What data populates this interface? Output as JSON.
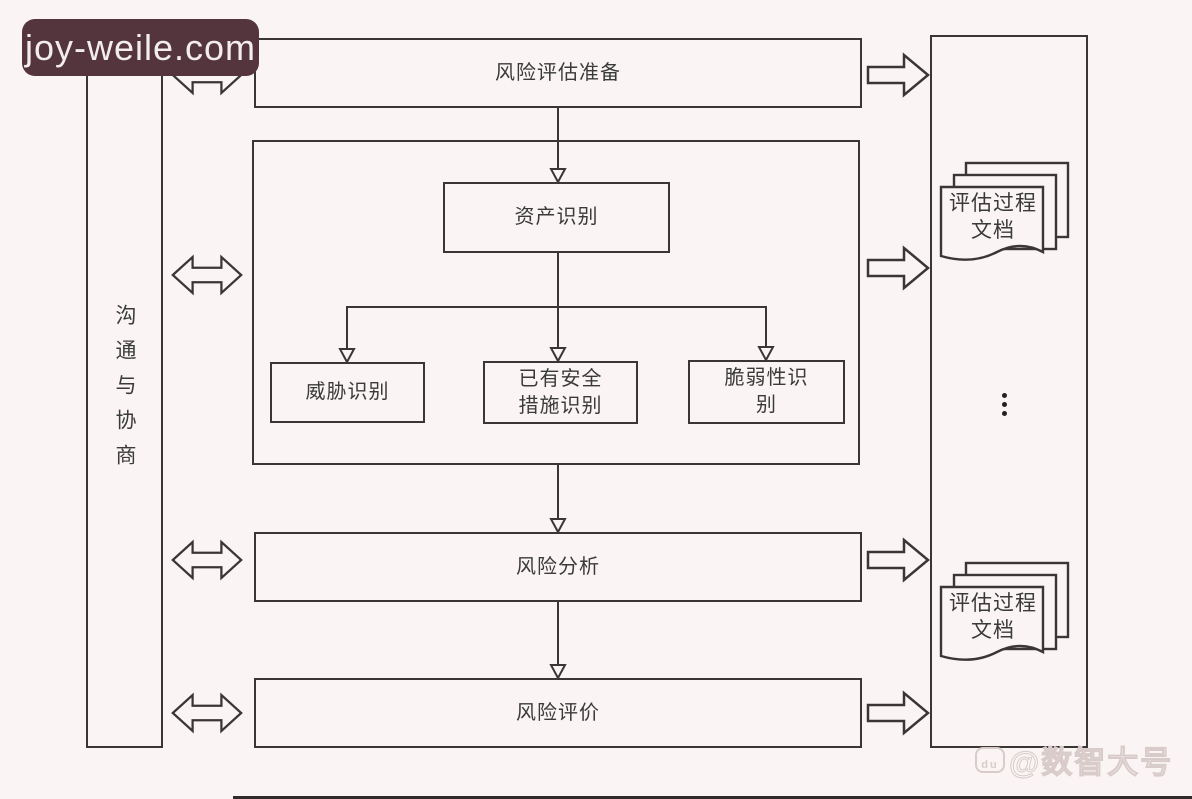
{
  "colors": {
    "bg": "#faf5f4",
    "line": "#3a3636",
    "text": "#3a3a3a",
    "watermark_bg": "#54353e",
    "watermark_text": "#f3eded",
    "faint_watermark": "#d8cbca"
  },
  "watermark_top": {
    "label": "joy-weile.com"
  },
  "watermark_bottom": {
    "logo_text": "du",
    "label": "@数智大号"
  },
  "left_panel": {
    "label": "沟通与协商"
  },
  "flow": {
    "prepare": "风险评估准备",
    "asset": "资产识别",
    "threat": "威胁识别",
    "existing_line1": "已有安全",
    "existing_line2": "措施识别",
    "vuln_line1": "脆弱性识",
    "vuln_line2": "别",
    "analysis": "风险分析",
    "evaluation": "风险评价"
  },
  "right_panel": {
    "doc_top_line1": "评估过程",
    "doc_top_line2": "文档",
    "doc_bottom_line1": "评估过程",
    "doc_bottom_line2": "文档"
  },
  "icons": [
    "double-arrow-icon",
    "right-arrow-icon",
    "down-arrow-icon",
    "document-stack-icon",
    "vertical-ellipsis-icon",
    "baidu-logo-icon"
  ]
}
